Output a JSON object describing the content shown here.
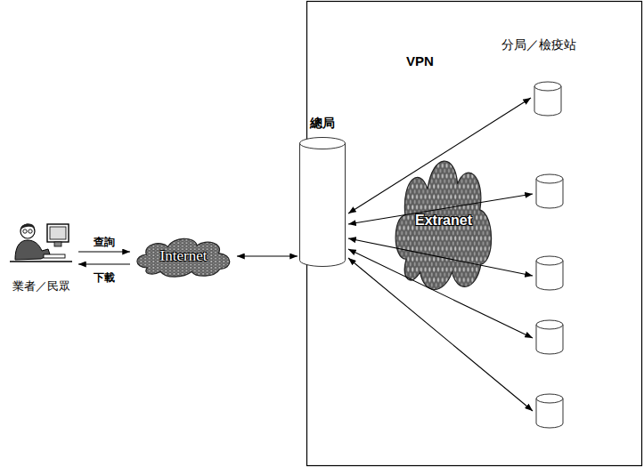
{
  "diagram": {
    "nodes": [
      {
        "text": [
          "業者／民眾"
        ]
      },
      {
        "text": [
          "Internet"
        ]
      },
      {
        "text": [
          "總局"
        ]
      },
      {
        "text": [
          "Extranet"
        ]
      }
    ],
    "edges": [
      {
        "from": 0,
        "to": 1,
        "arrow": "to",
        "label": "查詢"
      },
      {
        "from": 1,
        "to": 0,
        "arrow": "to",
        "label": "下載"
      },
      {
        "from": 1,
        "to": 2,
        "arrow": "both"
      }
    ],
    "labels": [
      "分局／檢疫站",
      "VPN"
    ]
  }
}
